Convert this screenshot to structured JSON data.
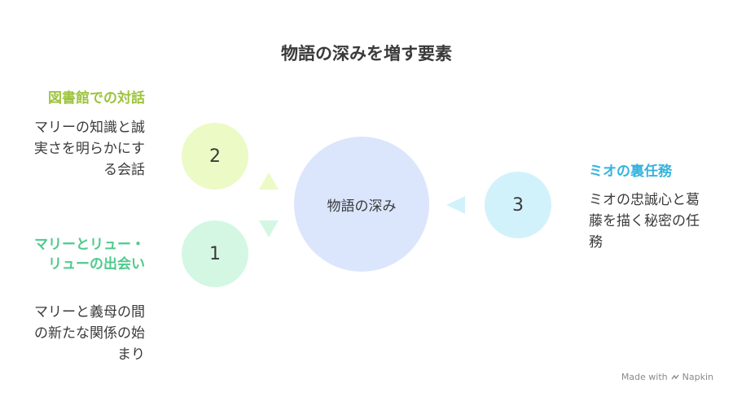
{
  "title": "物語の深みを増す要素",
  "center": {
    "label": "物語の深み"
  },
  "items": [
    {
      "number": "1",
      "heading": "マリーとリュー・リューの出会い",
      "description": "マリーと義母の間の新たな関係の始まり",
      "color": "#4fca8c"
    },
    {
      "number": "2",
      "heading": "図書館での対話",
      "description": "マリーの知識と誠実さを明らかにする会話",
      "color": "#9cc43c"
    },
    {
      "number": "3",
      "heading": "ミオの裏任務",
      "description": "ミオの忠誠心と葛藤を描く秘密の任務",
      "color": "#35b3dd"
    }
  ],
  "colors": {
    "center_fill": "#dbe6fc",
    "item1_fill": "#d4f7e4",
    "item2_fill": "#ecfac6",
    "item3_fill": "#d2f2fb"
  },
  "watermark": {
    "text": "Made with",
    "brand": "Napkin",
    "icon": "napkin-logo-icon"
  }
}
